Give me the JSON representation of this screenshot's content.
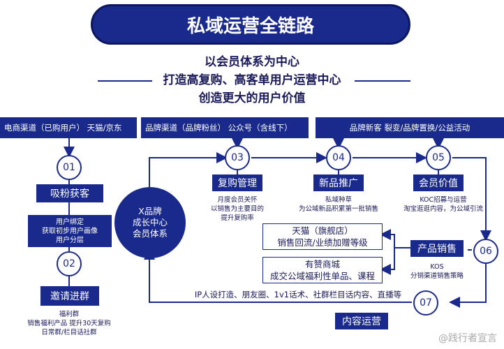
{
  "title": "私域运营全链路",
  "subtitle_lines": [
    "以会员体系为中心",
    "打造高复购、高客单用户运营中心",
    "创造更大的用户价值"
  ],
  "channels": {
    "ecommerce": "电商渠道（已购用户） 天猫/京东",
    "brand": "品牌渠道（品牌粉丝） 公众号（含线下）",
    "new_customer": "品牌新客 裂变/品牌置换/公益活动"
  },
  "center": {
    "line1": "X品牌",
    "line2": "成长中心",
    "line3": "会员体系"
  },
  "steps": [
    {
      "num": "01",
      "label": "吸粉获客",
      "desc": [
        "用户绑定",
        "获取初步用户画像",
        "用户分层"
      ]
    },
    {
      "num": "02",
      "label": "邀请进群",
      "desc": [
        "福利群",
        "销售福利产品  提升30天复购",
        "日常群/栏目话社群"
      ]
    },
    {
      "num": "03",
      "label": "复购管理",
      "desc": [
        "月度会员关怀",
        "以销售为主要目的",
        "提升复购率"
      ]
    },
    {
      "num": "04",
      "label": "新品推广",
      "desc": [
        "私域种草",
        "为公域新品积累第一批销售"
      ]
    },
    {
      "num": "05",
      "label": "会员价值",
      "desc": [
        "KOC招募与运营",
        "淘宝逛逛内容，为公域引流"
      ]
    },
    {
      "num": "06",
      "label": "产品销售",
      "desc": [
        "KOS",
        "分销渠道销售策略"
      ]
    },
    {
      "num": "07",
      "label": "内容运营",
      "desc": [
        "IP人设打造、朋友圈、1v1话术、社群栏目话内容、直播等"
      ]
    }
  ],
  "sales_boxes": [
    {
      "line1": "天猫（旗舰店）",
      "line2": "销售回流/业绩加赠等级"
    },
    {
      "line1": "有赞商城",
      "line2": "成交公域福利性单品、课程"
    }
  ],
  "watermark": "@践行者宣言"
}
